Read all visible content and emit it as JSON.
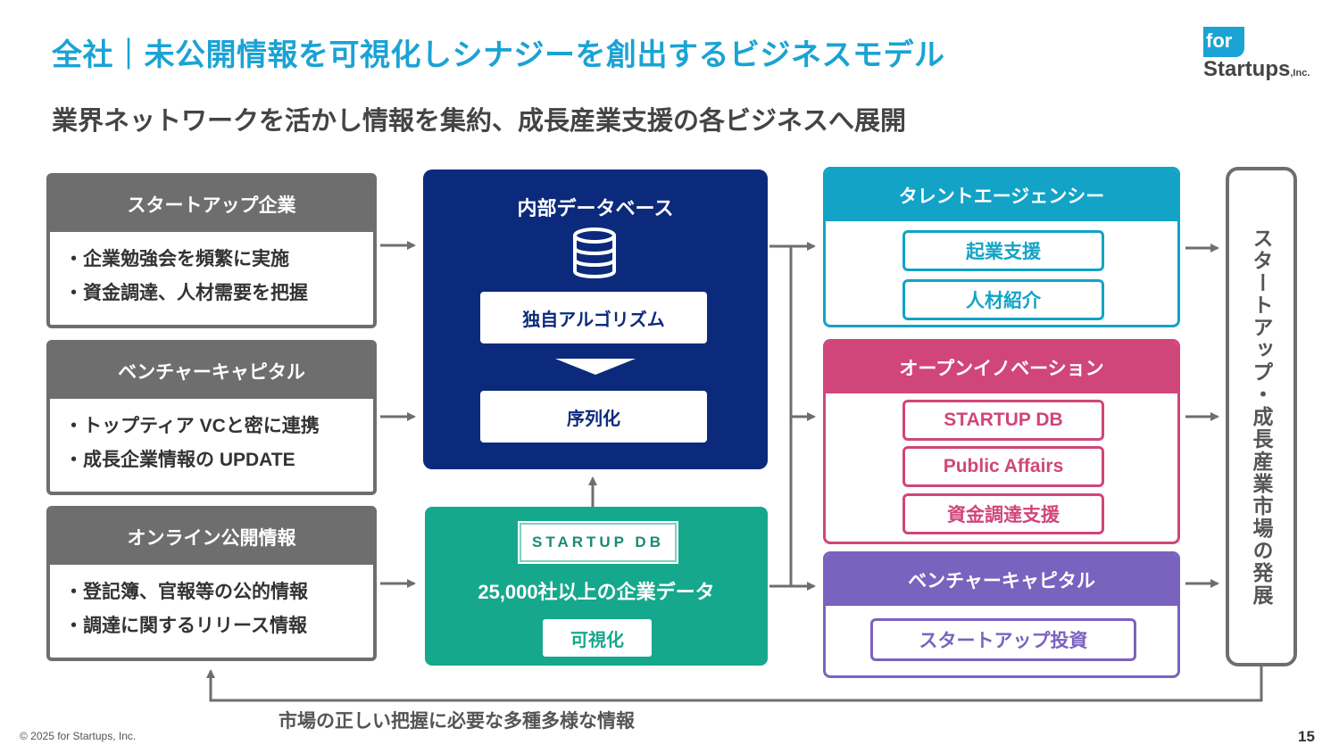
{
  "title": "全社｜未公開情報を可視化しシナジーを創出するビジネスモデル",
  "subtitle": "業界ネットワークを活かし情報を集約、成長産業支援の各ビジネスへ展開",
  "logo": {
    "line1": "for",
    "line2": "Startups",
    "suffix": ",Inc."
  },
  "sources": [
    {
      "header": "スタートアップ企業",
      "items": [
        "・企業勉強会を頻繁に実施",
        "・資金調達、人材需要を把握"
      ]
    },
    {
      "header": "ベンチャーキャピタル",
      "items": [
        "・トップティア VCと密に連携",
        "・成長企業情報の UPDATE"
      ]
    },
    {
      "header": "オンライン公開情報",
      "items": [
        "・登記簿、官報等の公的情報",
        "・調達に関するリリース情報"
      ]
    }
  ],
  "internal_db": {
    "header": "内部データベース",
    "step1": "独自アルゴリズム",
    "step2": "序列化"
  },
  "startup_db": {
    "logo": "STARTUP DB",
    "text": "25,000社以上の企業データ",
    "button": "可視化"
  },
  "businesses": [
    {
      "header": "タレントエージェンシー",
      "color": "#12a3c6",
      "items": [
        "起業支援",
        "人材紹介"
      ]
    },
    {
      "header": "オープンイノベーション",
      "color": "#d0467a",
      "items": [
        "STARTUP DB",
        "Public Affairs",
        "資金調達支援"
      ]
    },
    {
      "header": "ベンチャーキャピタル",
      "color": "#7a62bf",
      "items": [
        "スタートアップ投資"
      ]
    }
  ],
  "outcome": "スタートアップ・成長産業市場の発展",
  "feedback": "市場の正しい把握に必要な多種多様な情報",
  "footer": {
    "copyright": "© 2025 for Startups, Inc.",
    "page": "15"
  }
}
